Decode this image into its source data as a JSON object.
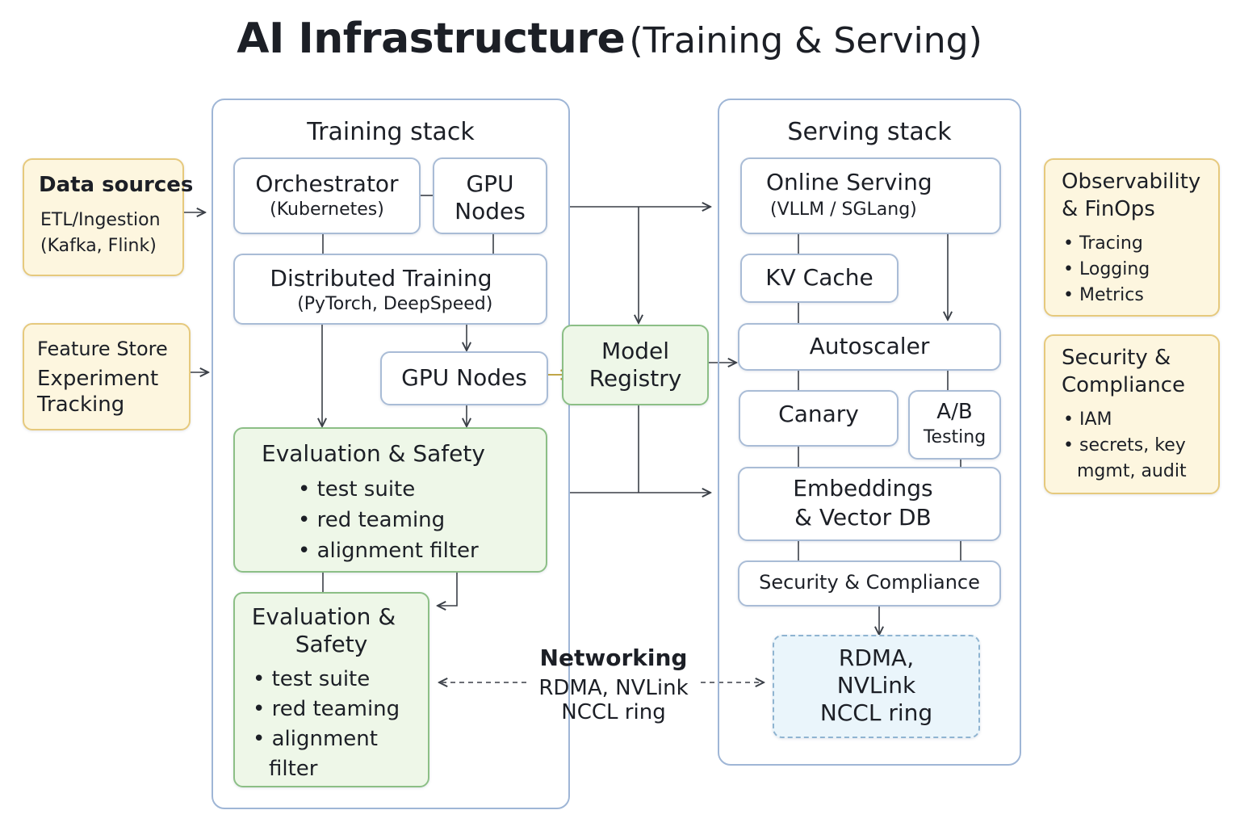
{
  "title": {
    "main": "AI Infrastructure",
    "sub": "(Training & Serving)"
  },
  "left": {
    "data_sources": {
      "title": "Data sources",
      "line1": "ETL/Ingestion",
      "line2": "(Kafka, Flink)"
    },
    "feature_store": {
      "line1": "Feature Store",
      "line2": "Experiment",
      "line3": "Tracking"
    }
  },
  "training": {
    "title": "Training stack",
    "orchestrator": {
      "name": "Orchestrator",
      "detail": "(Kubernetes)"
    },
    "gpu_nodes_top": {
      "line1": "GPU",
      "line2": "Nodes"
    },
    "distributed": {
      "name": "Distributed Training",
      "detail": "(PyTorch, DeepSpeed)"
    },
    "gpu_nodes_mid": {
      "name": "GPU Nodes"
    },
    "eval1": {
      "title": "Evaluation & Safety",
      "items": [
        "test suite",
        "red teaming",
        "alignment filter"
      ]
    },
    "eval2": {
      "title_line1": "Evaluation &",
      "title_line2": "Safety",
      "items": [
        "test suite",
        "red teaming",
        "alignment",
        "filter"
      ]
    }
  },
  "model_registry": {
    "line1": "Model",
    "line2": "Registry"
  },
  "networking": {
    "title": "Networking",
    "line1": "RDMA, NVLink",
    "line2": "NCCL ring"
  },
  "serving": {
    "title": "Serving stack",
    "online": {
      "name": "Online Serving",
      "detail": "(VLLM / SGLang)"
    },
    "kv_cache": {
      "name": "KV Cache"
    },
    "autoscaler": {
      "name": "Autoscaler"
    },
    "canary": {
      "name": "Canary"
    },
    "ab": {
      "line1": "A/B",
      "line2": "Testing"
    },
    "embeddings": {
      "line1": "Embeddings",
      "line2": "& Vector DB"
    },
    "security": {
      "name": "Security & Compliance"
    },
    "rdma": {
      "line1": "RDMA,",
      "line2": "NVLink",
      "line3": "NCCL ring"
    }
  },
  "right": {
    "observability": {
      "title_line1": "Observability",
      "title_line2": "& FinOps",
      "items": [
        "Tracing",
        "Logging",
        "Metrics"
      ]
    },
    "security": {
      "title_line1": "Security &",
      "title_line2": "Compliance",
      "items": [
        "IAM",
        "secrets, key",
        "mgmt, audit"
      ]
    }
  },
  "colors": {
    "stack_border": "#9fb6d6",
    "box_border": "#a9bcd6",
    "yellow_fill": "#fdf6df",
    "yellow_border": "#e6c97d",
    "green_fill": "#eef7e8",
    "green_border": "#8cbf86",
    "dashed_fill": "#eaf5fb",
    "line": "#3a3f47",
    "accent_arrow": "#b89a2e"
  }
}
